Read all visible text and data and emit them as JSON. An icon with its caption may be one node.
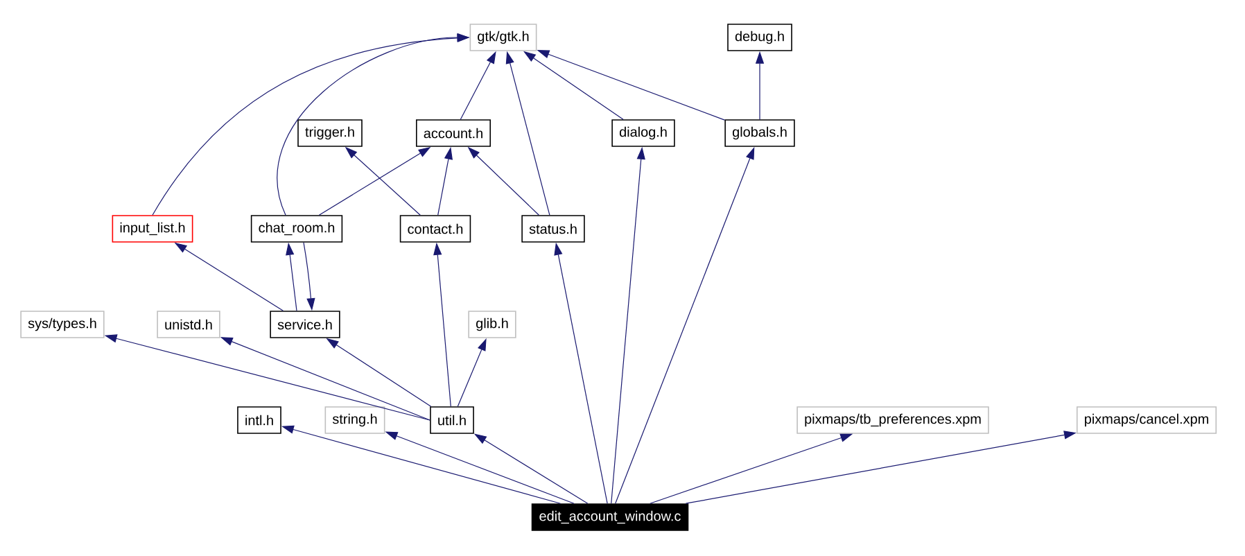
{
  "diagram": {
    "nodes": [
      {
        "text": [
          "gtk/gtk.h"
        ]
      },
      {
        "text": [
          "debug.h"
        ]
      },
      {
        "text": [
          "trigger.h"
        ]
      },
      {
        "text": [
          "account.h"
        ]
      },
      {
        "text": [
          "dialog.h"
        ]
      },
      {
        "text": [
          "globals.h"
        ]
      },
      {
        "text": [
          "input_list.h"
        ]
      },
      {
        "text": [
          "chat_room.h"
        ]
      },
      {
        "text": [
          "contact.h"
        ]
      },
      {
        "text": [
          "status.h"
        ]
      },
      {
        "text": [
          "sys/types.h"
        ]
      },
      {
        "text": [
          "unistd.h"
        ]
      },
      {
        "text": [
          "service.h"
        ]
      },
      {
        "text": [
          "glib.h"
        ]
      },
      {
        "text": [
          "intl.h"
        ]
      },
      {
        "text": [
          "string.h"
        ]
      },
      {
        "text": [
          "util.h"
        ]
      },
      {
        "text": [
          "pixmaps/tb_preferences.xpm"
        ]
      },
      {
        "text": [
          "pixmaps/cancel.xpm"
        ]
      },
      {
        "text": [
          "edit_account_window.c"
        ]
      }
    ],
    "edges": [
      {
        "from": 6,
        "to": 0,
        "arrow": "to"
      },
      {
        "from": 7,
        "to": 0,
        "arrow": "to"
      },
      {
        "from": 3,
        "to": 0,
        "arrow": "to"
      },
      {
        "from": 9,
        "to": 0,
        "arrow": "to"
      },
      {
        "from": 4,
        "to": 0,
        "arrow": "to"
      },
      {
        "from": 5,
        "to": 0,
        "arrow": "to"
      },
      {
        "from": 5,
        "to": 1,
        "arrow": "to"
      },
      {
        "from": 7,
        "to": 3,
        "arrow": "to"
      },
      {
        "from": 8,
        "to": 2,
        "arrow": "to"
      },
      {
        "from": 8,
        "to": 3,
        "arrow": "to"
      },
      {
        "from": 9,
        "to": 3,
        "arrow": "to"
      },
      {
        "from": 12,
        "to": 6,
        "arrow": "to"
      },
      {
        "from": 12,
        "to": 7,
        "arrow": "to"
      },
      {
        "from": 7,
        "to": 12,
        "arrow": "to"
      },
      {
        "from": 16,
        "to": 12,
        "arrow": "to"
      },
      {
        "from": 16,
        "to": 8,
        "arrow": "to"
      },
      {
        "from": 16,
        "to": 10,
        "arrow": "to"
      },
      {
        "from": 16,
        "to": 11,
        "arrow": "to"
      },
      {
        "from": 16,
        "to": 13,
        "arrow": "to"
      },
      {
        "from": 19,
        "to": 14,
        "arrow": "to"
      },
      {
        "from": 19,
        "to": 15,
        "arrow": "to"
      },
      {
        "from": 19,
        "to": 16,
        "arrow": "to"
      },
      {
        "from": 19,
        "to": 9,
        "arrow": "to"
      },
      {
        "from": 19,
        "to": 4,
        "arrow": "to"
      },
      {
        "from": 19,
        "to": 5,
        "arrow": "to"
      },
      {
        "from": 19,
        "to": 17,
        "arrow": "to"
      },
      {
        "from": 19,
        "to": 18,
        "arrow": "to"
      }
    ]
  }
}
